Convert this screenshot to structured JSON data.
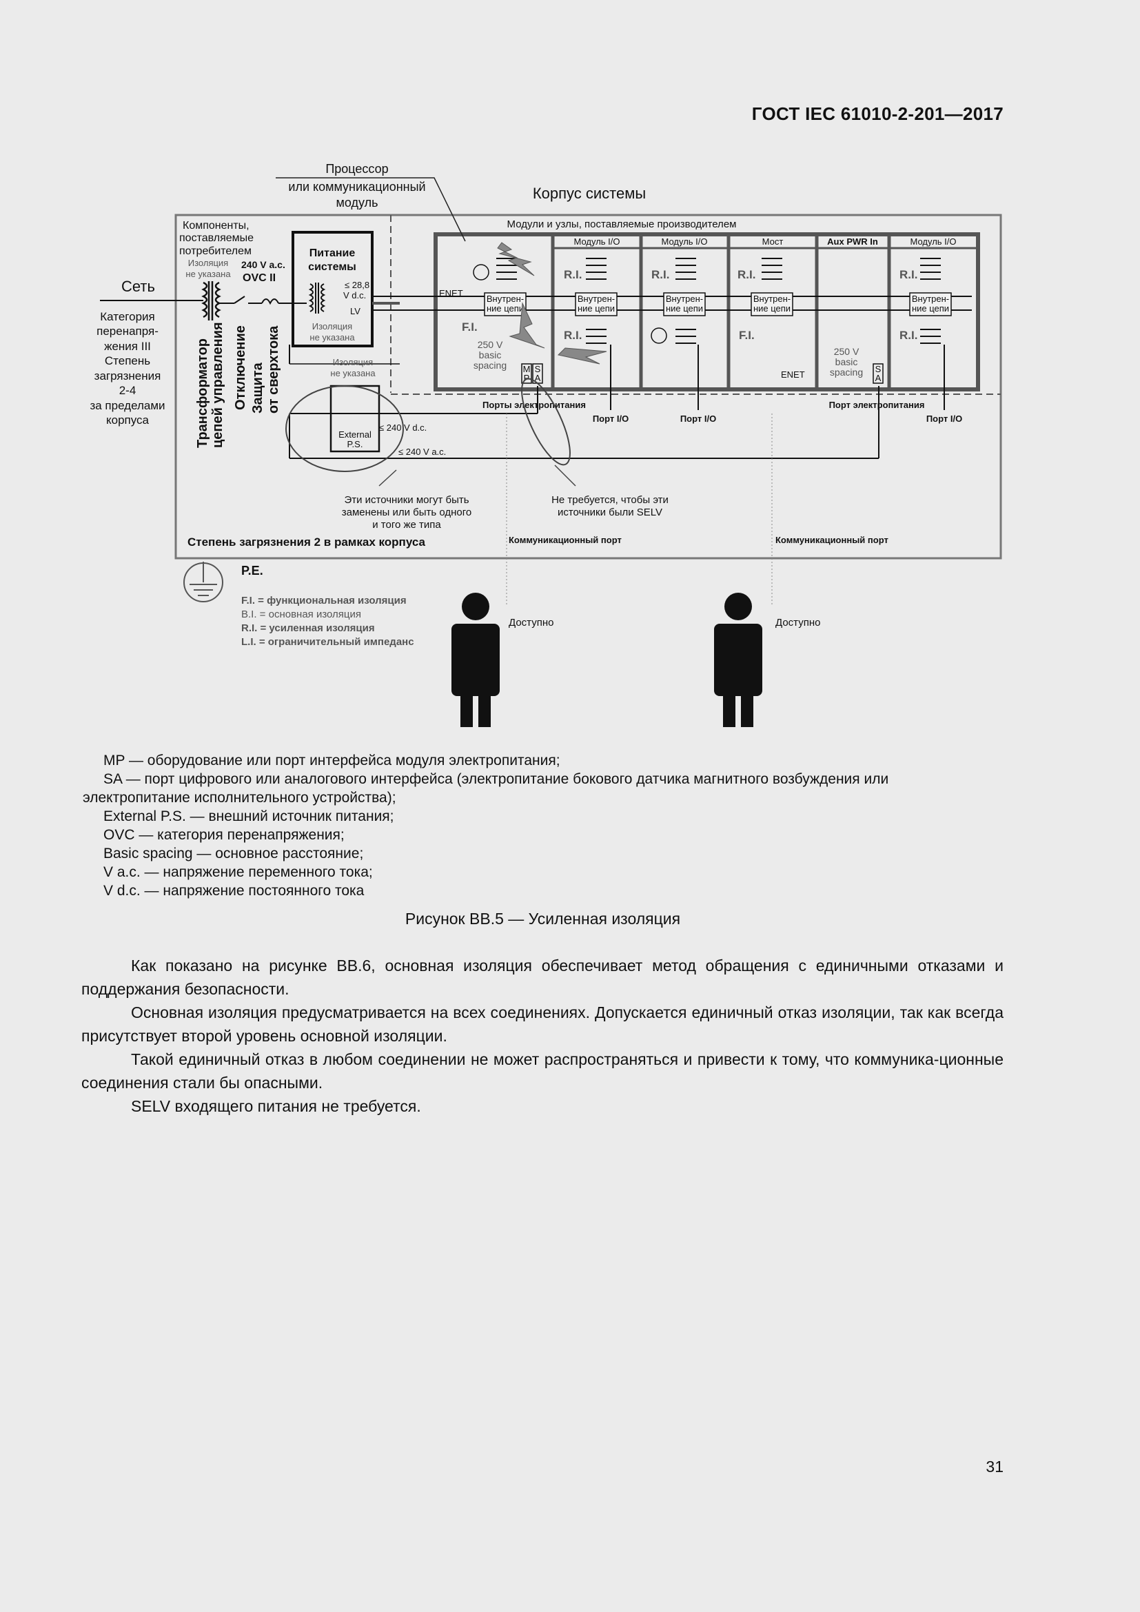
{
  "header": {
    "standard": "ГОСТ IEC 61010-2-201—2017"
  },
  "figure": {
    "processor_label": [
      "Процессор",
      "или коммуникационный",
      "модуль"
    ],
    "system_case": "Корпус системы",
    "vendor_modules": "Модули и узлы, поставляемые производителем",
    "consumer_components": [
      "Компоненты,",
      "поставляемые",
      "потребителем"
    ],
    "isolation_unspecified": [
      "Изоляция",
      "не указана"
    ],
    "voltage_ac_240": "240 V a.c.",
    "ovc": "OVC II",
    "network": "Сеть",
    "category": [
      "Категория",
      "перенапря-",
      "жения III",
      "Степень",
      "загрязнения",
      "2-4",
      "за пределами",
      "корпуса"
    ],
    "power_supply": [
      "Питание",
      "системы"
    ],
    "le_28_8": "≤ 28,8",
    "v_dc": "V d.c.",
    "lv": "LV",
    "transformer_vertical": [
      "Трансформатор",
      "цепей управления"
    ],
    "disconnect_vertical": "Отключение",
    "protection_vertical": [
      "Защита",
      "от сверхтока"
    ],
    "module_headers": [
      "Модуль I/O",
      "Модуль I/O",
      "Мост",
      "Aux PWR In",
      "Модуль I/O"
    ],
    "enet": "ENET",
    "fi": "F.I.",
    "ri": "R.I.",
    "internal_circuits": [
      "Внутрен-",
      "ние цепи"
    ],
    "basic_spacing": [
      "250 V",
      "basic",
      "spacing"
    ],
    "mp": [
      "M",
      "P"
    ],
    "sa": [
      "S",
      "A"
    ],
    "power_ports": "Порты электропитания",
    "power_port": "Порт электропитания",
    "io_port": "Порт I/O",
    "external_ps": [
      "External",
      "P.S."
    ],
    "le_240_dc": "≤ 240 V d.c.",
    "le_240_ac": "≤ 240 V a.c.",
    "replaceable_note": [
      "Эти источники могут быть",
      "заменены или быть одного",
      "и того же типа"
    ],
    "not_selv_note": [
      "Не требуется, чтобы эти",
      "источники были SELV"
    ],
    "pollution_inside": "Степень загрязнения 2 в рамках корпуса",
    "comm_port": "Коммуникационный порт",
    "pe": "P.E.",
    "fi_def": "F.I. = функциональная изоляция",
    "bi_def": "B.I. = основная изоляция",
    "ri_def": "R.I. = усиленная изоляция",
    "li_def": "L.I. = ограничительный импеданс",
    "accessible": "Доступно"
  },
  "legend": [
    "MP — оборудование или порт интерфейса модуля электропитания;",
    "SA — порт цифрового или аналогового интерфейса (электропитание бокового датчика магнитного возбуждения или",
    "электропитание исполнительного устройства);",
    "External P.S. — внешний источник питания;",
    "OVC — категория перенапряжения;",
    "Basic spacing — основное расстояние;",
    "V a.c. — напряжение переменного тока;",
    "V d.c. — напряжение постоянного тока"
  ],
  "caption": "Рисунок ВВ.5 — Усиленная изоляция",
  "paragraphs": [
    "Как показано на рисунке ВВ.6, основная изоляция обеспечивает метод обращения с единичными отказами и поддержания безопасности.",
    "Основная изоляция предусматривается на всех соединениях. Допускается единичный отказ изоляции, так как всегда присутствует второй уровень основной изоляции.",
    "Такой единичный отказ в любом соединении не может распространяться и привести к тому, что коммуника-ционные соединения стали бы опасными.",
    "SELV входящего питания не требуется."
  ],
  "page_number": "31"
}
